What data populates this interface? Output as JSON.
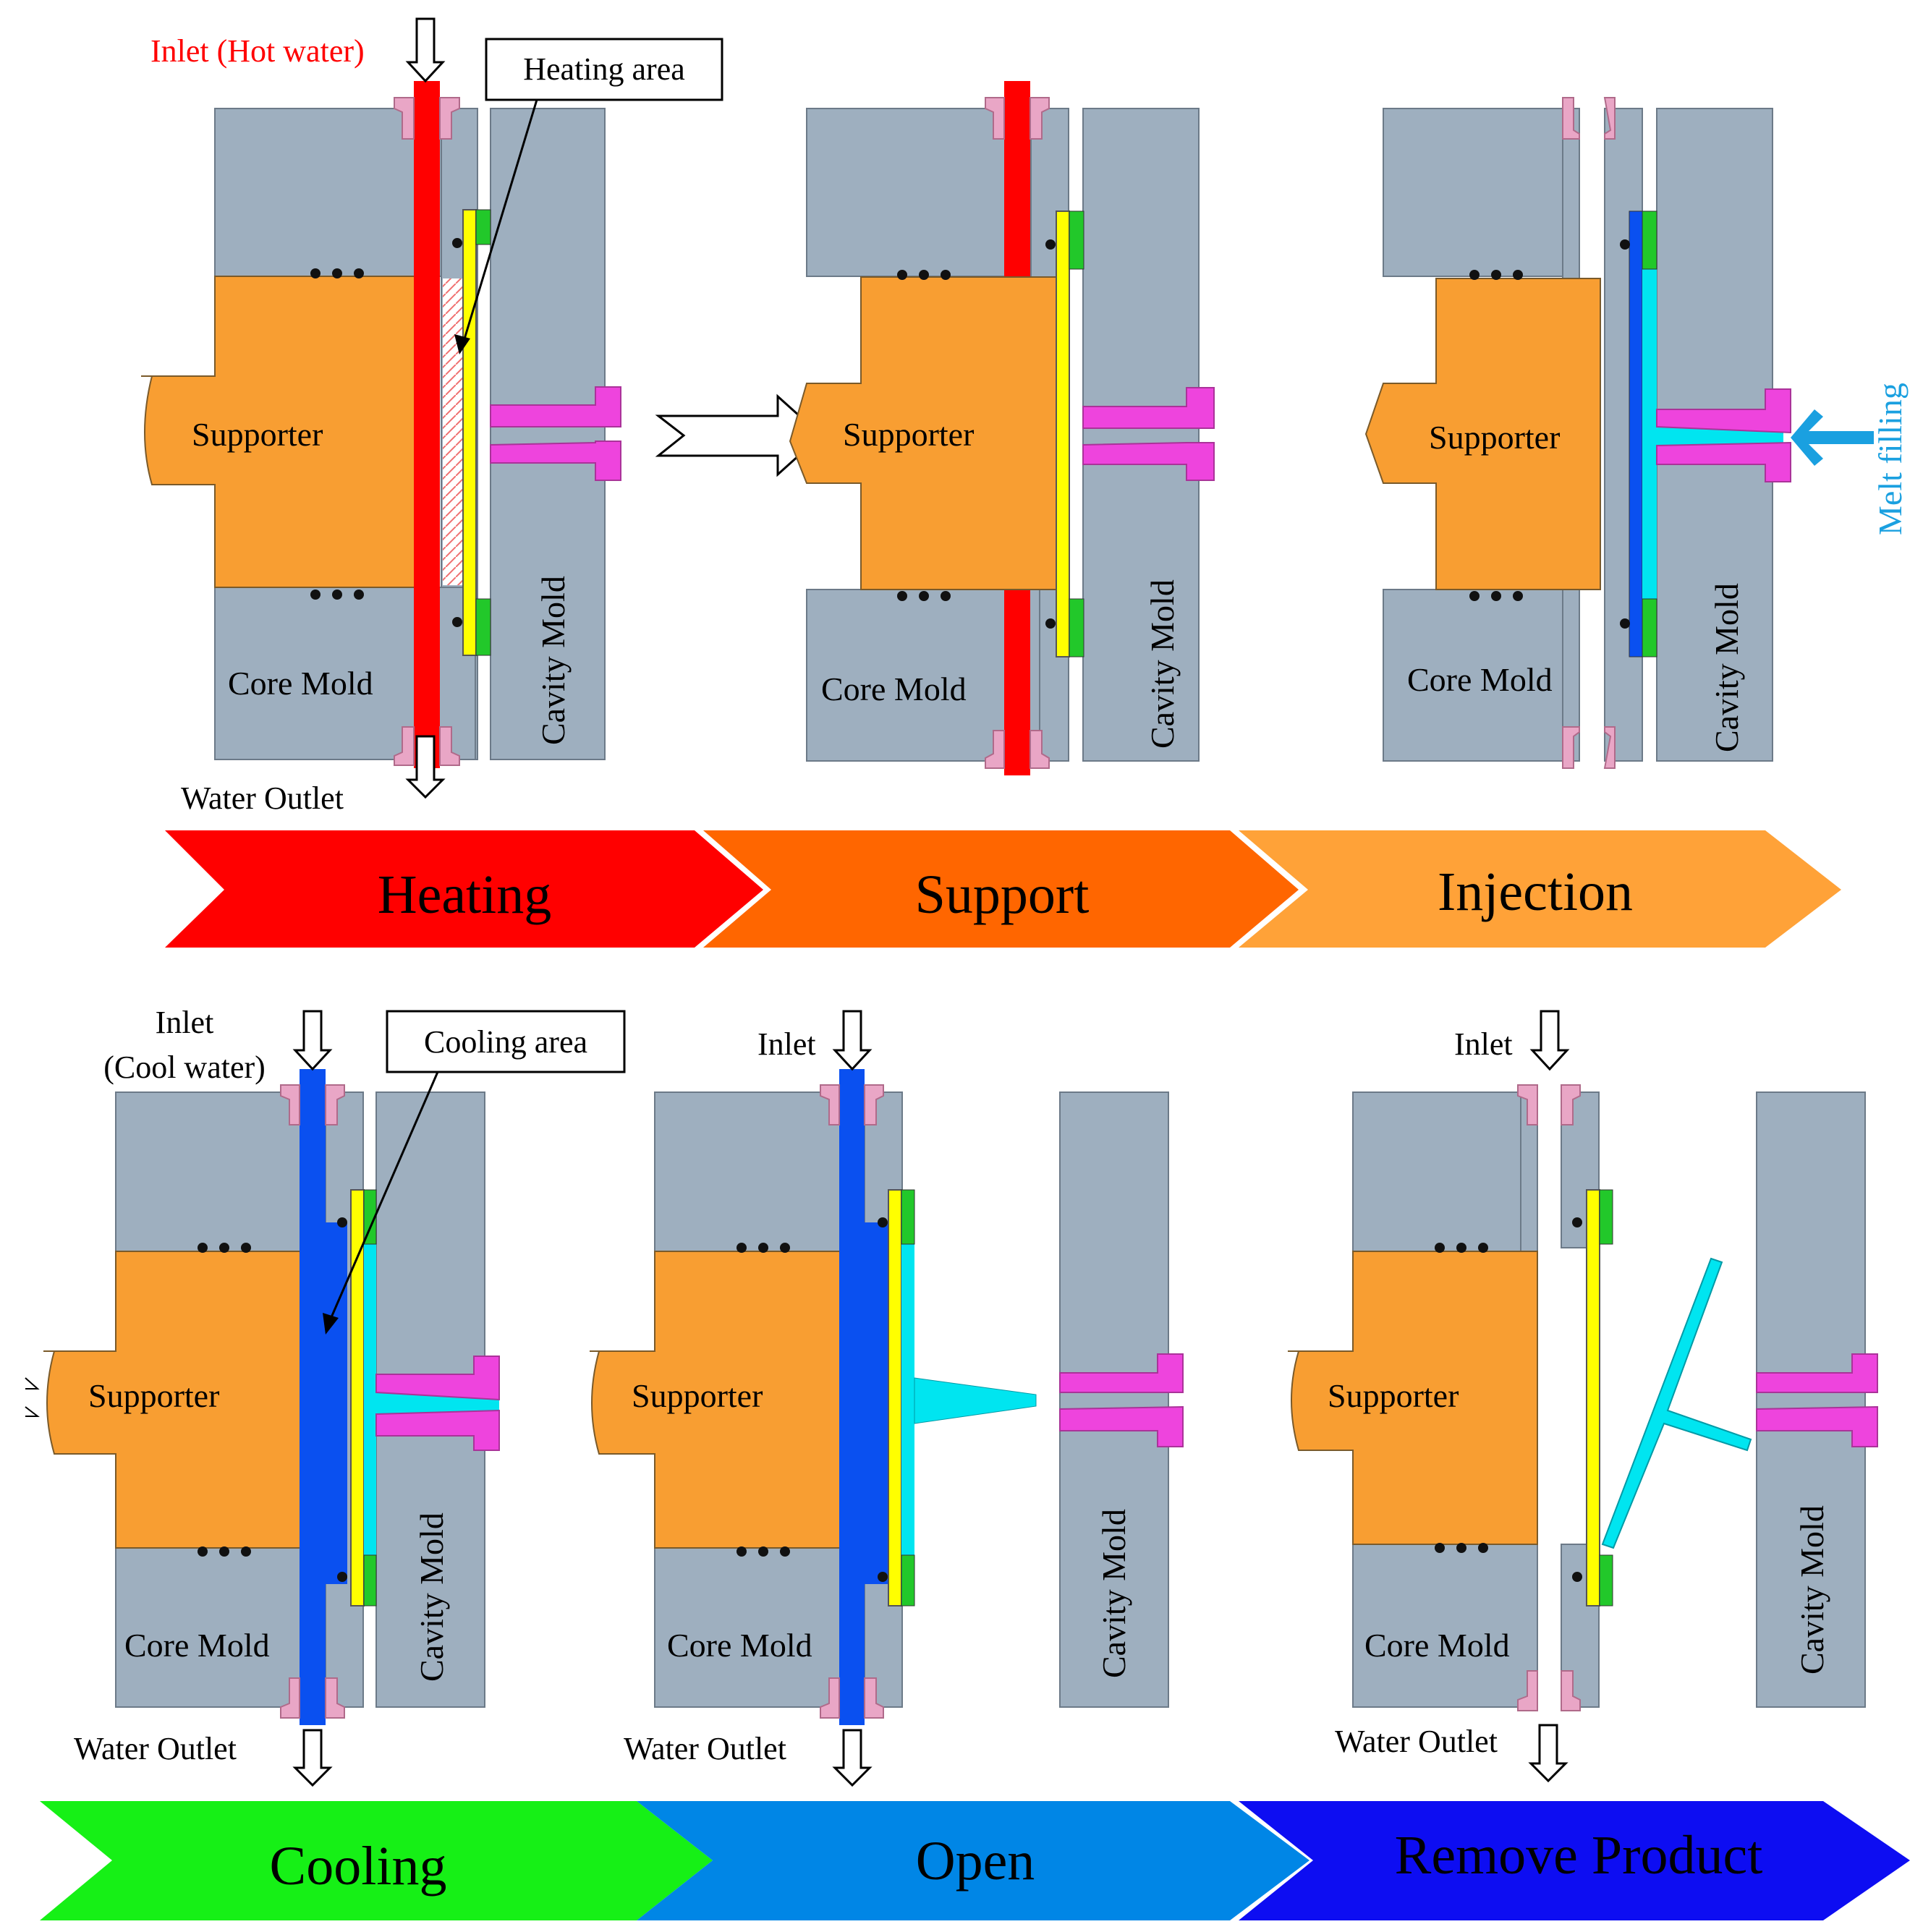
{
  "labels": {
    "core_mold": "Core Mold",
    "cavity_mold": "Cavity Mold",
    "supporter": "Supporter",
    "water_outlet": "Water Outlet",
    "inlet": "Inlet",
    "inlet_hot": "Inlet (Hot water)",
    "inlet_cool_line1": "Inlet",
    "inlet_cool_line2": "(Cool water)",
    "heating_area": "Heating area",
    "cooling_area": "Cooling area",
    "melt_filling": "Melt filling"
  },
  "stages": [
    {
      "label": "Heating",
      "color": "#ff0000"
    },
    {
      "label": "Support",
      "color": "#ff6600"
    },
    {
      "label": "Injection",
      "color": "#ffa238"
    },
    {
      "label": "Cooling",
      "color": "#16f016"
    },
    {
      "label": "Open",
      "color": "#0086e6"
    },
    {
      "label": "Remove Product",
      "color": "#0d0df2"
    }
  ],
  "colors": {
    "mold": "#9eafbf",
    "supporter": "#f89e32",
    "hot_water": "#ff0000",
    "cool_water": "#0a50f0",
    "insert": "#ffff00",
    "insert_end": "#22c82a",
    "nozzle": "#ee44dd",
    "melt": "#00e5f0",
    "seal": "#e9a6c6",
    "melt_label": "#1aa0e0"
  }
}
